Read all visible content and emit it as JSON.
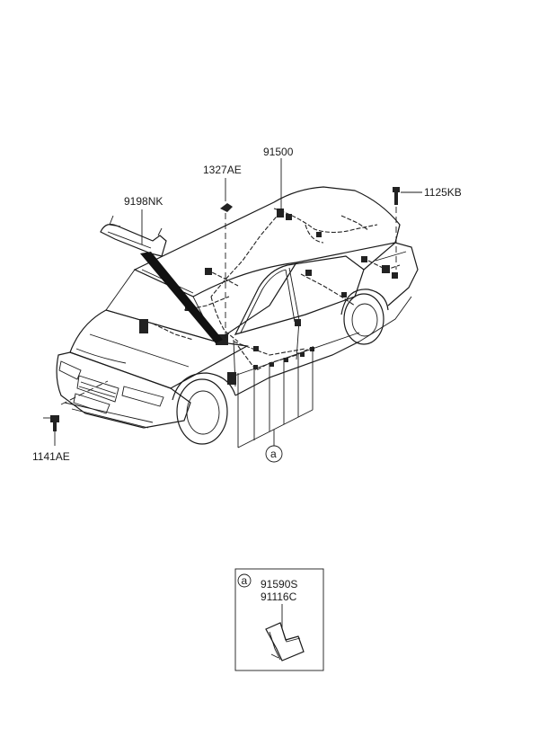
{
  "parts": {
    "p91500": "91500",
    "p1327AE": "1327AE",
    "p9198NK": "9198NK",
    "p1125KB": "1125KB",
    "p1141AE": "1141AE"
  },
  "callout": {
    "marker": "a",
    "detail_marker": "a",
    "detail_parts": [
      "91590S",
      "91116C"
    ]
  }
}
